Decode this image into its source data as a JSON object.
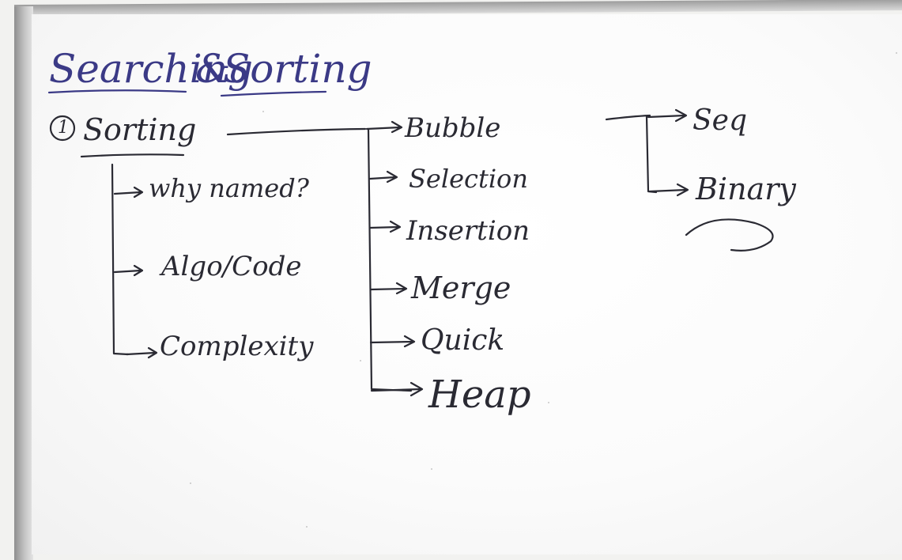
{
  "heading": {
    "part1": "Searching",
    "amp": "&",
    "part2": "Sorting"
  },
  "sorting": {
    "number": "1",
    "label": "Sorting",
    "topics": [
      "why named?",
      "Algo/Code",
      "Complexity"
    ],
    "algorithms": [
      "Bubble",
      "Selection",
      "Insertion",
      "Merge",
      "Quick",
      "Heap"
    ]
  },
  "searching": {
    "algorithms": [
      "Seq",
      "Binary"
    ]
  },
  "colors": {
    "title_ink": "#3b3a86",
    "body_ink": "#2a2a33",
    "board": "#ffffff",
    "frame": "#a9a9a9"
  }
}
